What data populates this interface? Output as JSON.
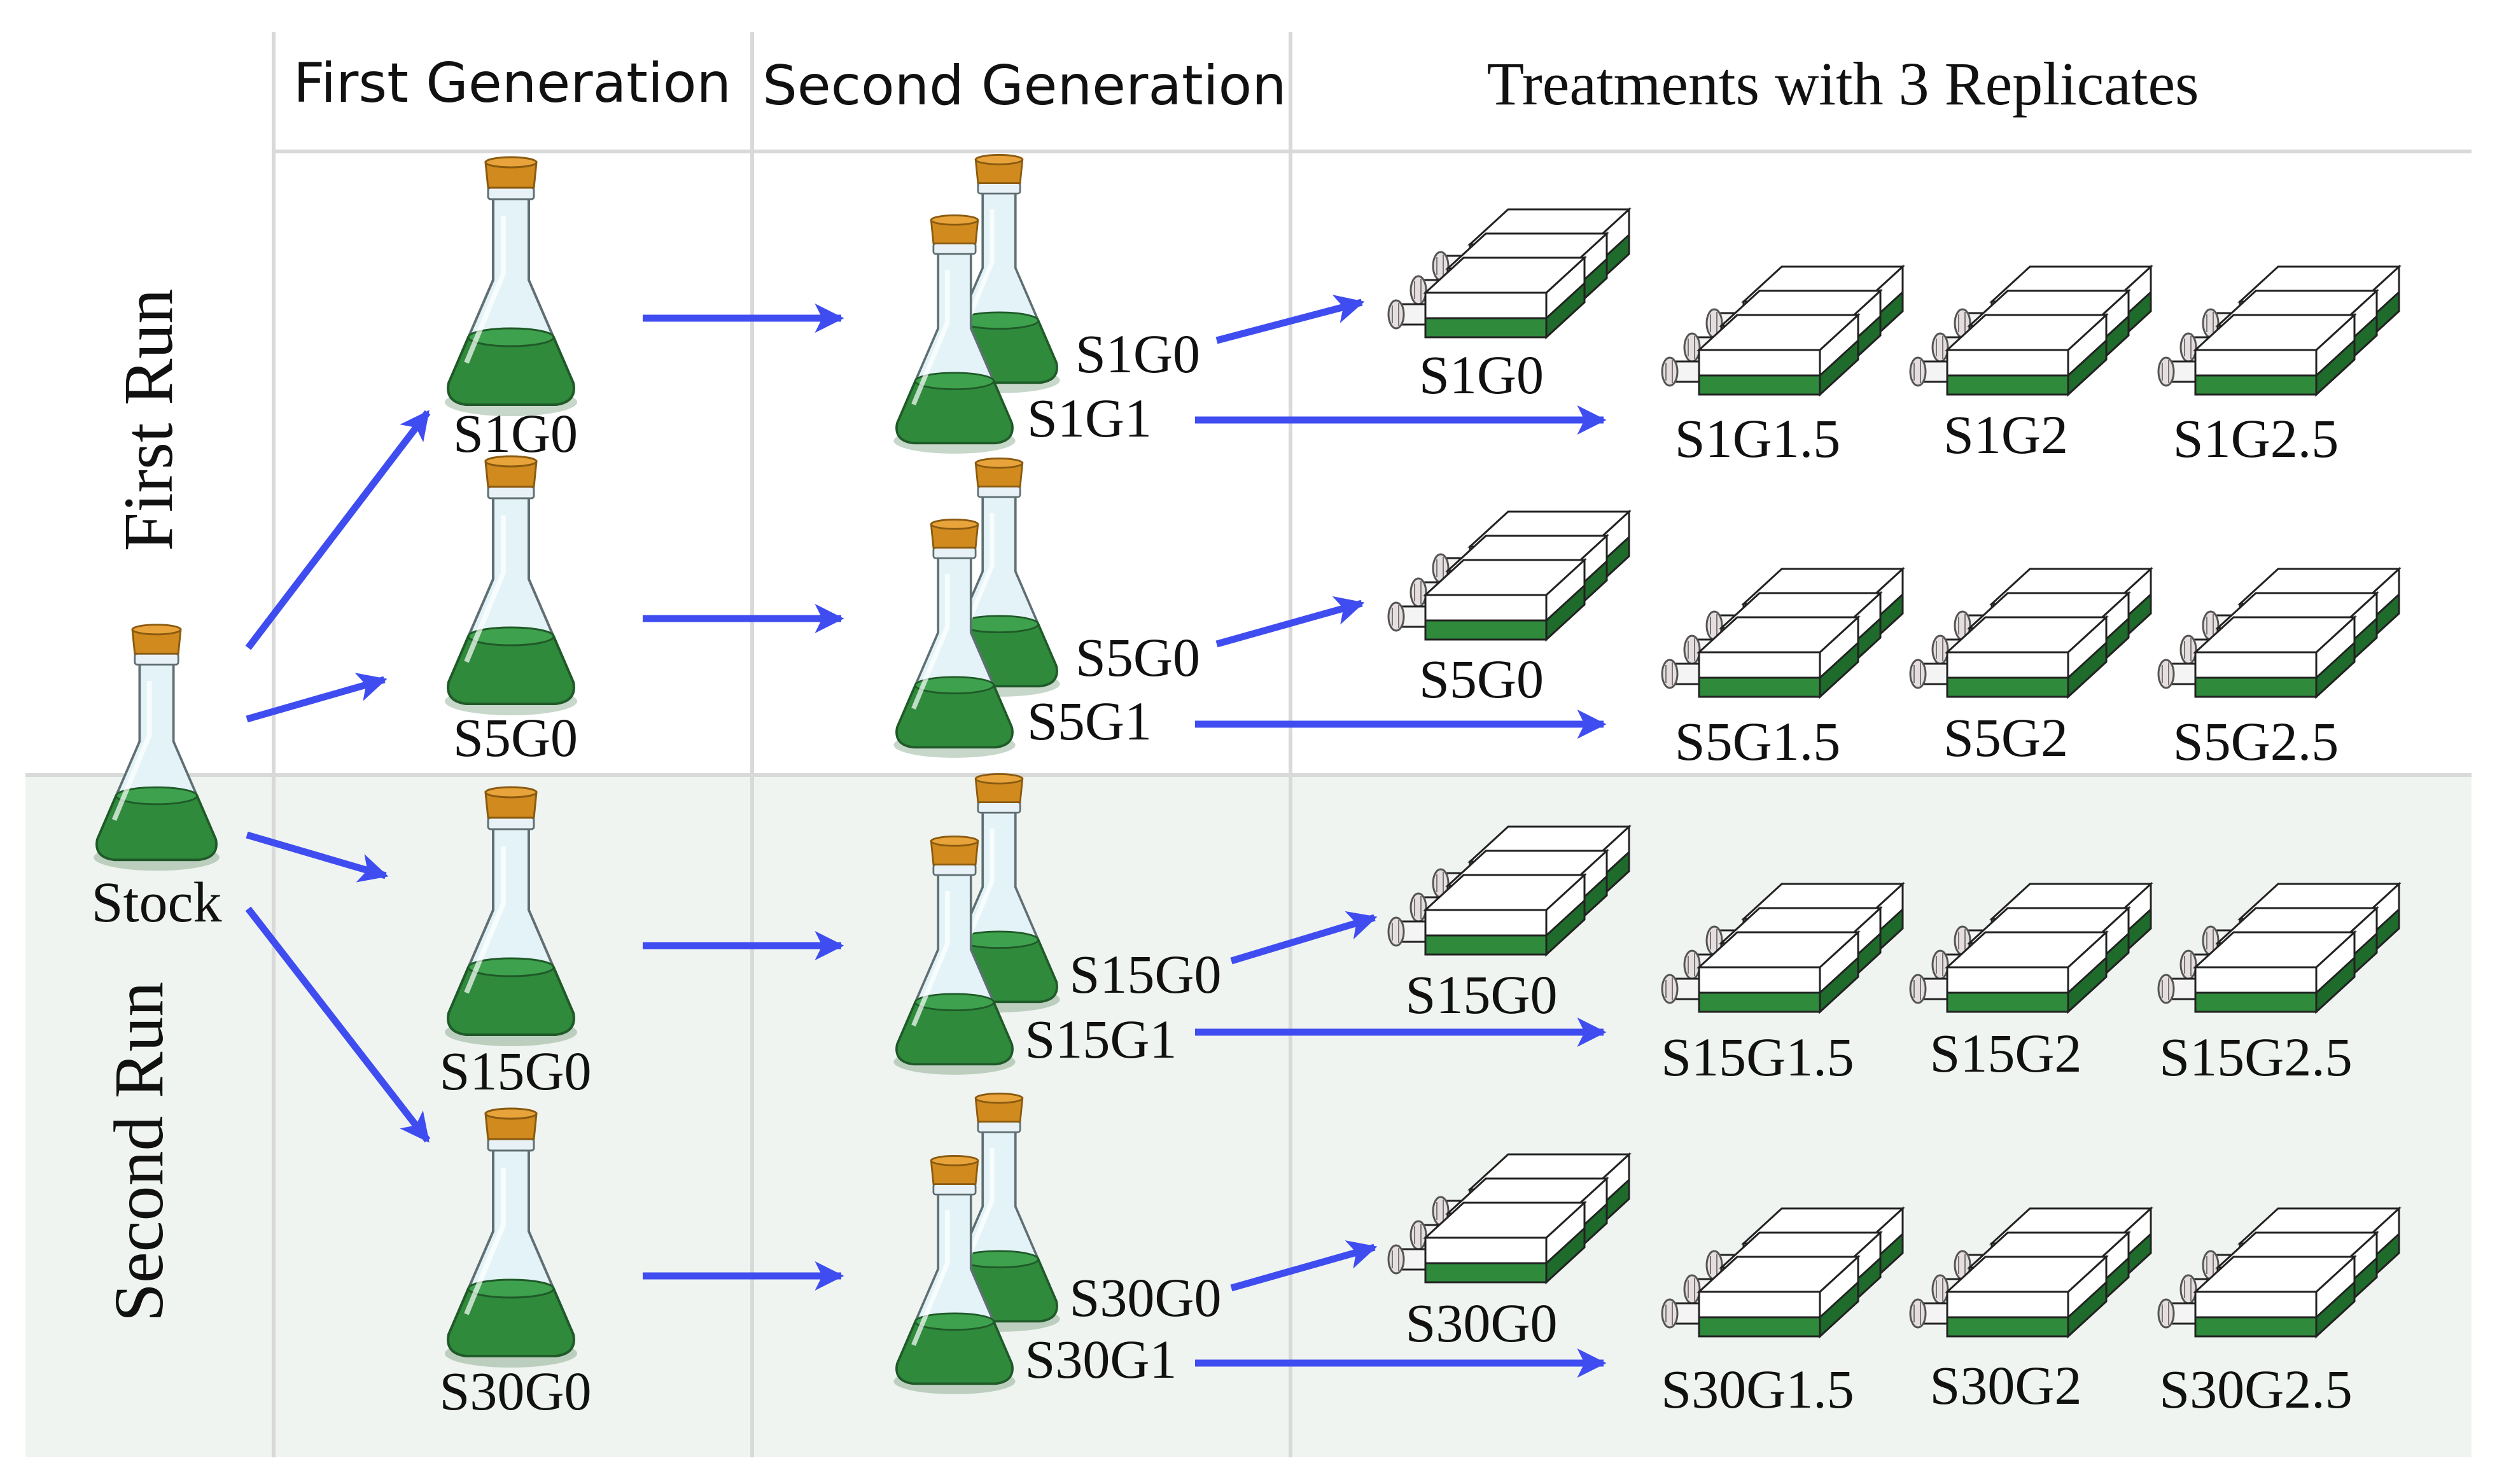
{
  "headers": {
    "first_generation": "First Generation",
    "second_generation": "Second Generation",
    "treatments": "Treatments with 3 Replicates"
  },
  "runs": {
    "first": "First Run",
    "second": "Second Run"
  },
  "stock": {
    "label": "Stock"
  },
  "rows": [
    {
      "first_gen": "S1G0",
      "second_gen": [
        "S1G0",
        "S1G1"
      ],
      "treatments": [
        "S1G0",
        "S1G1.5",
        "S1G2",
        "S1G2.5"
      ]
    },
    {
      "first_gen": "S5G0",
      "second_gen": [
        "S5G0",
        "S5G1"
      ],
      "treatments": [
        "S5G0",
        "S5G1.5",
        "S5G2",
        "S5G2.5"
      ]
    },
    {
      "first_gen": "S15G0",
      "second_gen": [
        "S15G0",
        "S15G1"
      ],
      "treatments": [
        "S15G0",
        "S15G1.5",
        "S15G2",
        "S15G2.5"
      ]
    },
    {
      "first_gen": "S30G0",
      "second_gen": [
        "S30G0",
        "S30G1"
      ],
      "treatments": [
        "S30G0",
        "S30G1.5",
        "S30G2",
        "S30G2.5"
      ]
    }
  ],
  "colors": {
    "arrow": "#3f4df0",
    "liquid": "#2f8a3c",
    "liquid_dark": "#1f6b2b",
    "cork": "#d08a1e",
    "second_run_bg": "#f0f4f0",
    "grid_line": "#d9d9d9"
  },
  "icons": [
    "flask-icon",
    "culture-flask-icon",
    "arrow-icon"
  ]
}
